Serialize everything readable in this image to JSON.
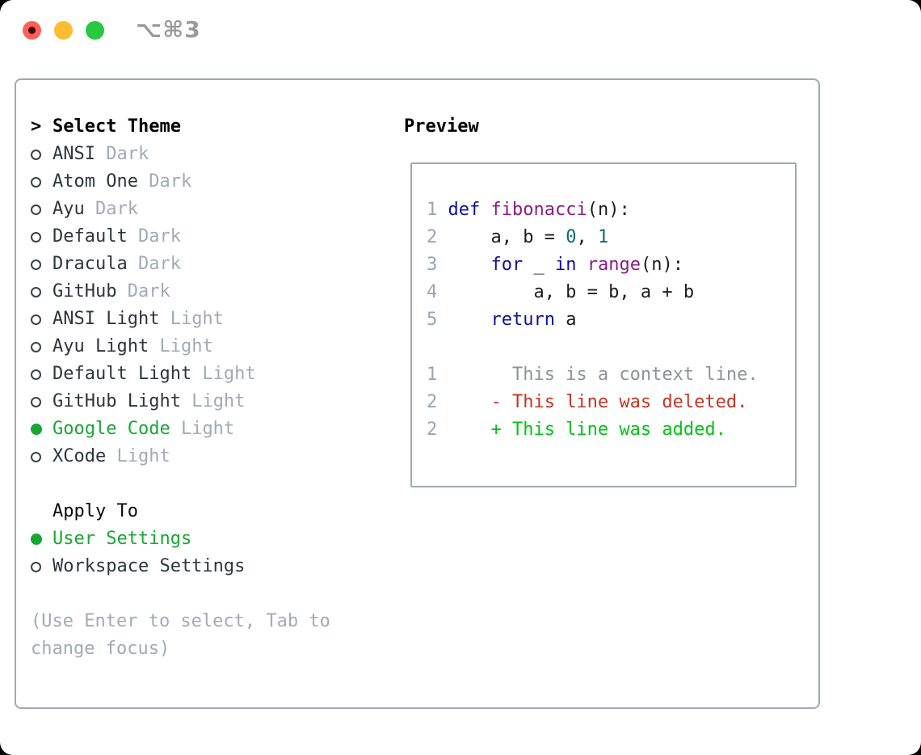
{
  "window": {
    "title": "⌥⌘3",
    "traffic_lights": [
      {
        "name": "close",
        "color": "#ff5f57"
      },
      {
        "name": "minimize",
        "color": "#febc2e"
      },
      {
        "name": "zoom",
        "color": "#28c840"
      }
    ]
  },
  "theme_picker": {
    "prompt": ">",
    "header": "Select Theme",
    "items": [
      {
        "name": "ANSI",
        "variant": "Dark",
        "selected": false
      },
      {
        "name": "Atom One",
        "variant": "Dark",
        "selected": false
      },
      {
        "name": "Ayu",
        "variant": "Dark",
        "selected": false
      },
      {
        "name": "Default",
        "variant": "Dark",
        "selected": false
      },
      {
        "name": "Dracula",
        "variant": "Dark",
        "selected": false
      },
      {
        "name": "GitHub",
        "variant": "Dark",
        "selected": false
      },
      {
        "name": "ANSI Light",
        "variant": "Light",
        "selected": false
      },
      {
        "name": "Ayu Light",
        "variant": "Light",
        "selected": false
      },
      {
        "name": "Default Light",
        "variant": "Light",
        "selected": false
      },
      {
        "name": "GitHub Light",
        "variant": "Light",
        "selected": false
      },
      {
        "name": "Google Code",
        "variant": "Light",
        "selected": true
      },
      {
        "name": "XCode",
        "variant": "Light",
        "selected": false
      }
    ]
  },
  "apply_to": {
    "header": "Apply To",
    "options": [
      {
        "label": "User Settings",
        "selected": true
      },
      {
        "label": "Workspace Settings",
        "selected": false
      }
    ]
  },
  "help_text": "(Use Enter to select, Tab to change focus)",
  "preview": {
    "header": "Preview",
    "code_lines": [
      {
        "num": "1",
        "tokens": [
          {
            "t": "def",
            "c": "keyword"
          },
          {
            "t": " ",
            "c": "plain"
          },
          {
            "t": "fibonacci",
            "c": "function"
          },
          {
            "t": "(n):",
            "c": "plain"
          }
        ]
      },
      {
        "num": "2",
        "tokens": [
          {
            "t": "    a, b = ",
            "c": "plain"
          },
          {
            "t": "0",
            "c": "number"
          },
          {
            "t": ", ",
            "c": "plain"
          },
          {
            "t": "1",
            "c": "number"
          }
        ]
      },
      {
        "num": "3",
        "tokens": [
          {
            "t": "    ",
            "c": "plain"
          },
          {
            "t": "for",
            "c": "keyword"
          },
          {
            "t": " _ ",
            "c": "plain"
          },
          {
            "t": "in",
            "c": "keyword"
          },
          {
            "t": " ",
            "c": "plain"
          },
          {
            "t": "range",
            "c": "function"
          },
          {
            "t": "(n):",
            "c": "plain"
          }
        ]
      },
      {
        "num": "4",
        "tokens": [
          {
            "t": "        a, b = b, a + b",
            "c": "plain"
          }
        ]
      },
      {
        "num": "5",
        "tokens": [
          {
            "t": "    ",
            "c": "plain"
          },
          {
            "t": "return",
            "c": "keyword"
          },
          {
            "t": " a",
            "c": "plain"
          }
        ]
      },
      {
        "num": "",
        "tokens": []
      },
      {
        "num": "1",
        "tokens": [
          {
            "t": "      This is a context line.",
            "c": "context"
          }
        ]
      },
      {
        "num": "2",
        "tokens": [
          {
            "t": "    - This line was deleted.",
            "c": "deleted"
          }
        ]
      },
      {
        "num": "2",
        "tokens": [
          {
            "t": "    + This line was added.",
            "c": "added"
          }
        ]
      }
    ]
  },
  "colors": {
    "border": "#a0a9b4",
    "selected_green": "#18a733",
    "item_text": "#2f353d",
    "muted": "#a2aab6",
    "title_text": "#9a9a9a",
    "syntax": {
      "keyword": "#10109b",
      "function": "#8b1a8b",
      "number": "#0a6c6c",
      "plain": "#1b1b1b",
      "context": "#8e9299",
      "deleted": "#c53423",
      "added": "#00c414",
      "line_number": "#9aa4b2"
    }
  }
}
